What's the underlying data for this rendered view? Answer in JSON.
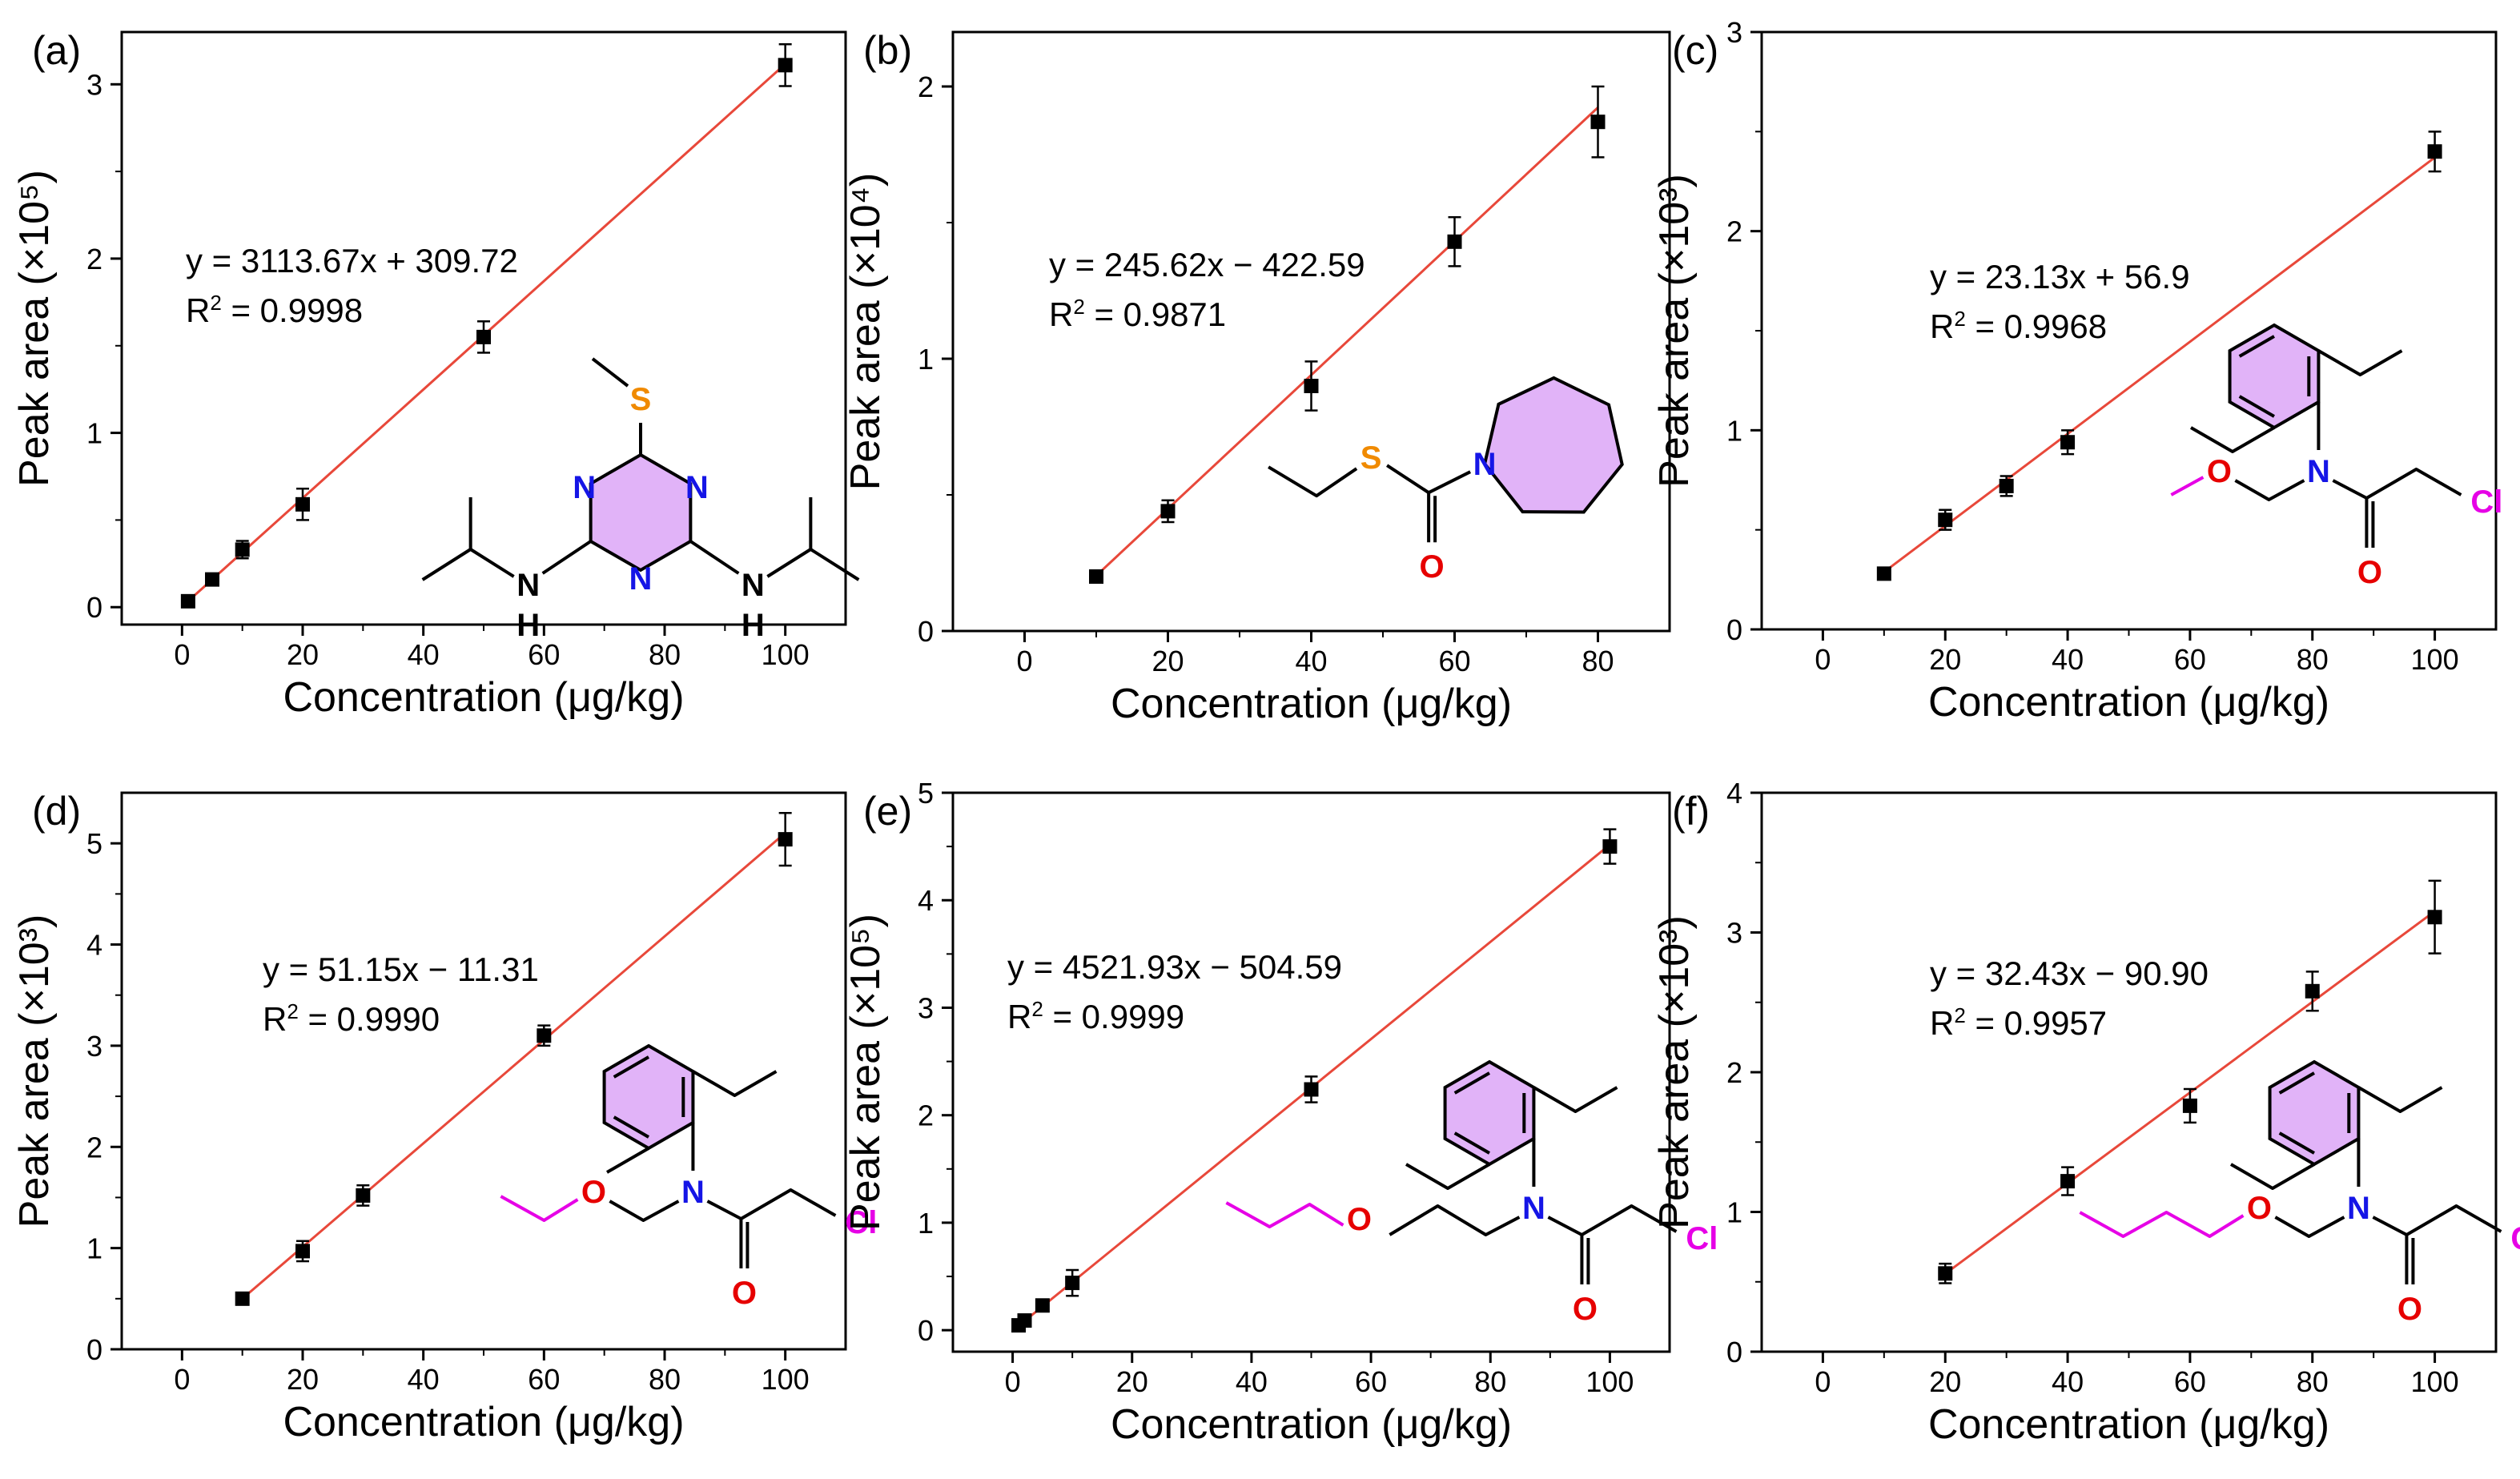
{
  "figure": {
    "panels_count": 6
  },
  "colors": {
    "axis": "#000000",
    "fit_line": "#e8483a",
    "marker": "#000000",
    "ring_fill": "#e1b3f8",
    "bond": "#000000",
    "nitrogen": "#1515e6",
    "oxygen": "#e60000",
    "sulfur": "#f08a00",
    "chlorine": "#e600e6",
    "alkoxy_chain": "#e600e6"
  },
  "chart_data": [
    {
      "type": "scatter",
      "panel_label": "(a)",
      "xlabel": "Concentration (μg/kg)",
      "ylabel": "Peak area (×10⁵)",
      "xlim": [
        -10,
        110
      ],
      "ylim": [
        -0.1,
        3.3
      ],
      "xticks": [
        0,
        20,
        40,
        60,
        80,
        100
      ],
      "yticks": [
        0,
        1,
        2,
        3
      ],
      "x": [
        1,
        5,
        10,
        20,
        50,
        100
      ],
      "y": [
        0.034,
        0.159,
        0.33,
        0.59,
        1.55,
        3.11
      ],
      "yerr": [
        0.02,
        0.025,
        0.05,
        0.09,
        0.09,
        0.12
      ],
      "fit": {
        "slope": 3113.67,
        "intercept": 309.72,
        "scale": 100000
      },
      "equation": "y = 3113.67x + 309.72",
      "r2_label": "R",
      "r2_value": " = 0.9998",
      "molecule": "prometryn",
      "atoms": {
        "s": "S",
        "n1": "N",
        "n2": "N",
        "n3": "N",
        "nh1": "N",
        "h1": "H",
        "nh2": "N",
        "h2": "H"
      }
    },
    {
      "type": "scatter",
      "panel_label": "(b)",
      "xlabel": "Concentration (μg/kg)",
      "ylabel": "Peak area (×10⁴)",
      "xlim": [
        -10,
        90
      ],
      "ylim": [
        0,
        2.2
      ],
      "xticks": [
        0,
        20,
        40,
        60,
        80
      ],
      "yticks": [
        0,
        1,
        2
      ],
      "x": [
        10,
        20,
        40,
        60,
        80
      ],
      "y": [
        0.2,
        0.44,
        0.9,
        1.43,
        1.87
      ],
      "yerr": [
        0.015,
        0.04,
        0.09,
        0.09,
        0.13
      ],
      "fit": {
        "slope": 245.62,
        "intercept": -422.59,
        "scale": 10000
      },
      "equation": "y = 245.62x − 422.59",
      "r2_label": "R",
      "r2_value": " = 0.9871",
      "molecule": "molinate",
      "atoms": {
        "s": "S",
        "n": "N",
        "o": "O"
      }
    },
    {
      "type": "scatter",
      "panel_label": "(c)",
      "xlabel": "Concentration (μg/kg)",
      "ylabel": "Peak area (×10³)",
      "xlim": [
        -10,
        110
      ],
      "ylim": [
        0,
        3.0
      ],
      "xticks": [
        0,
        20,
        40,
        60,
        80,
        100
      ],
      "yticks": [
        0,
        1,
        2,
        3
      ],
      "x": [
        10,
        20,
        30,
        40,
        100
      ],
      "y": [
        0.28,
        0.55,
        0.72,
        0.94,
        2.4
      ],
      "yerr": [
        0.02,
        0.05,
        0.05,
        0.06,
        0.1
      ],
      "fit": {
        "slope": 23.13,
        "intercept": 56.9,
        "scale": 1000
      },
      "equation": "y = 23.13x + 56.9",
      "r2_label": "R",
      "r2_value": " = 0.9968",
      "molecule": "alachlor",
      "atoms": {
        "o": "O",
        "n": "N",
        "oc": "O",
        "cl": "Cl"
      }
    },
    {
      "type": "scatter",
      "panel_label": "(d)",
      "xlabel": "Concentration (μg/kg)",
      "ylabel": "Peak area (×10³)",
      "xlim": [
        -10,
        110
      ],
      "ylim": [
        0,
        5.5
      ],
      "xticks": [
        0,
        20,
        40,
        60,
        80,
        100
      ],
      "yticks": [
        0,
        1,
        2,
        3,
        4,
        5
      ],
      "x": [
        10,
        20,
        30,
        60,
        100
      ],
      "y": [
        0.5,
        0.97,
        1.52,
        3.1,
        5.04
      ],
      "yerr": [
        0.05,
        0.1,
        0.1,
        0.1,
        0.26
      ],
      "fit": {
        "slope": 51.15,
        "intercept": -11.31,
        "scale": 1000
      },
      "equation": "y = 51.15x − 11.31",
      "r2_label": "R",
      "r2_value": " = 0.9990",
      "molecule": "acetochlor",
      "atoms": {
        "o": "O",
        "n": "N",
        "oc": "O",
        "cl": "Cl"
      }
    },
    {
      "type": "scatter",
      "panel_label": "(e)",
      "xlabel": "Concentration (μg/kg)",
      "ylabel": "Peak area (×10⁵)",
      "xlim": [
        -10,
        110
      ],
      "ylim": [
        -0.2,
        5.0
      ],
      "xticks": [
        0,
        20,
        40,
        60,
        80,
        100
      ],
      "yticks": [
        0,
        1,
        2,
        3,
        4,
        5
      ],
      "x": [
        1,
        2,
        5,
        10,
        50,
        100
      ],
      "y": [
        0.045,
        0.09,
        0.23,
        0.44,
        2.24,
        4.5
      ],
      "yerr": [
        0.02,
        0.02,
        0.04,
        0.12,
        0.12,
        0.16
      ],
      "fit": {
        "slope": 4521.93,
        "intercept": -504.59,
        "scale": 100000
      },
      "equation": "y = 4521.93x − 504.59",
      "r2_label": "R",
      "r2_value": " = 0.9999",
      "molecule": "pretilachlor",
      "atoms": {
        "o": "O",
        "n": "N",
        "oc": "O",
        "cl": "Cl"
      }
    },
    {
      "type": "scatter",
      "panel_label": "(f)",
      "xlabel": "Concentration (μg/kg)",
      "ylabel": "Peak area (×10³)",
      "xlim": [
        -10,
        110
      ],
      "ylim": [
        0,
        4.0
      ],
      "xticks": [
        0,
        20,
        40,
        60,
        80,
        100
      ],
      "yticks": [
        0,
        1,
        2,
        3,
        4
      ],
      "x": [
        20,
        40,
        60,
        80,
        100
      ],
      "y": [
        0.56,
        1.22,
        1.76,
        2.58,
        3.11
      ],
      "yerr": [
        0.07,
        0.1,
        0.12,
        0.14,
        0.26
      ],
      "fit": {
        "slope": 32.43,
        "intercept": -90.9,
        "scale": 1000
      },
      "equation": "y = 32.43x − 90.90",
      "r2_label": "R",
      "r2_value": " = 0.9957",
      "molecule": "butachlor",
      "atoms": {
        "o": "O",
        "n": "N",
        "oc": "O",
        "cl": "Cl"
      }
    }
  ]
}
